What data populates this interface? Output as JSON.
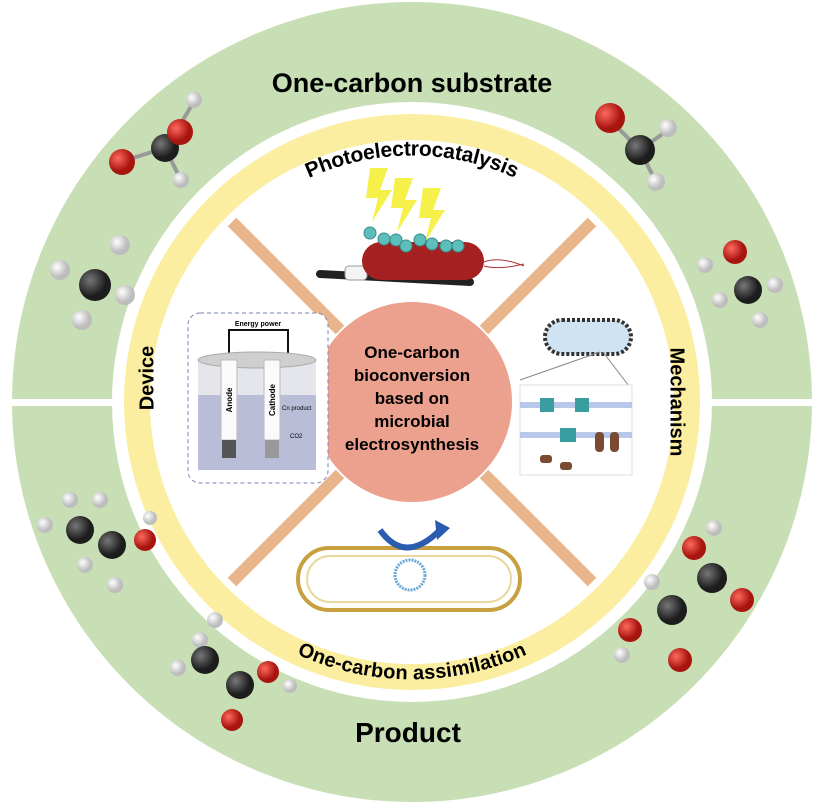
{
  "outer_ring": {
    "top_label": "One-carbon substrate",
    "bottom_label": "Product"
  },
  "inner_ring": {
    "top_label": "Photoelectrocatalysis",
    "bottom_label": "One-carbon assimilation",
    "left_label": "Device",
    "right_label": "Mechanism"
  },
  "center": {
    "lines": [
      "One-carbon",
      "bioconversion",
      "based on",
      "microbial",
      "electrosynthesis"
    ]
  },
  "device": {
    "power_label": "Energy power",
    "anode_label": "Anode",
    "cathode_label": "Cathode",
    "product_label": "Cn product",
    "co2_label": "CO2"
  },
  "colors": {
    "outer_ring": "#c8deb5",
    "inner_ring": "#fbeea0",
    "center": "#eca08e",
    "spokes": "#e8b48a",
    "carbon": "#333333",
    "oxygen": "#d42a22",
    "hydrogen": "#f2f2f2"
  }
}
